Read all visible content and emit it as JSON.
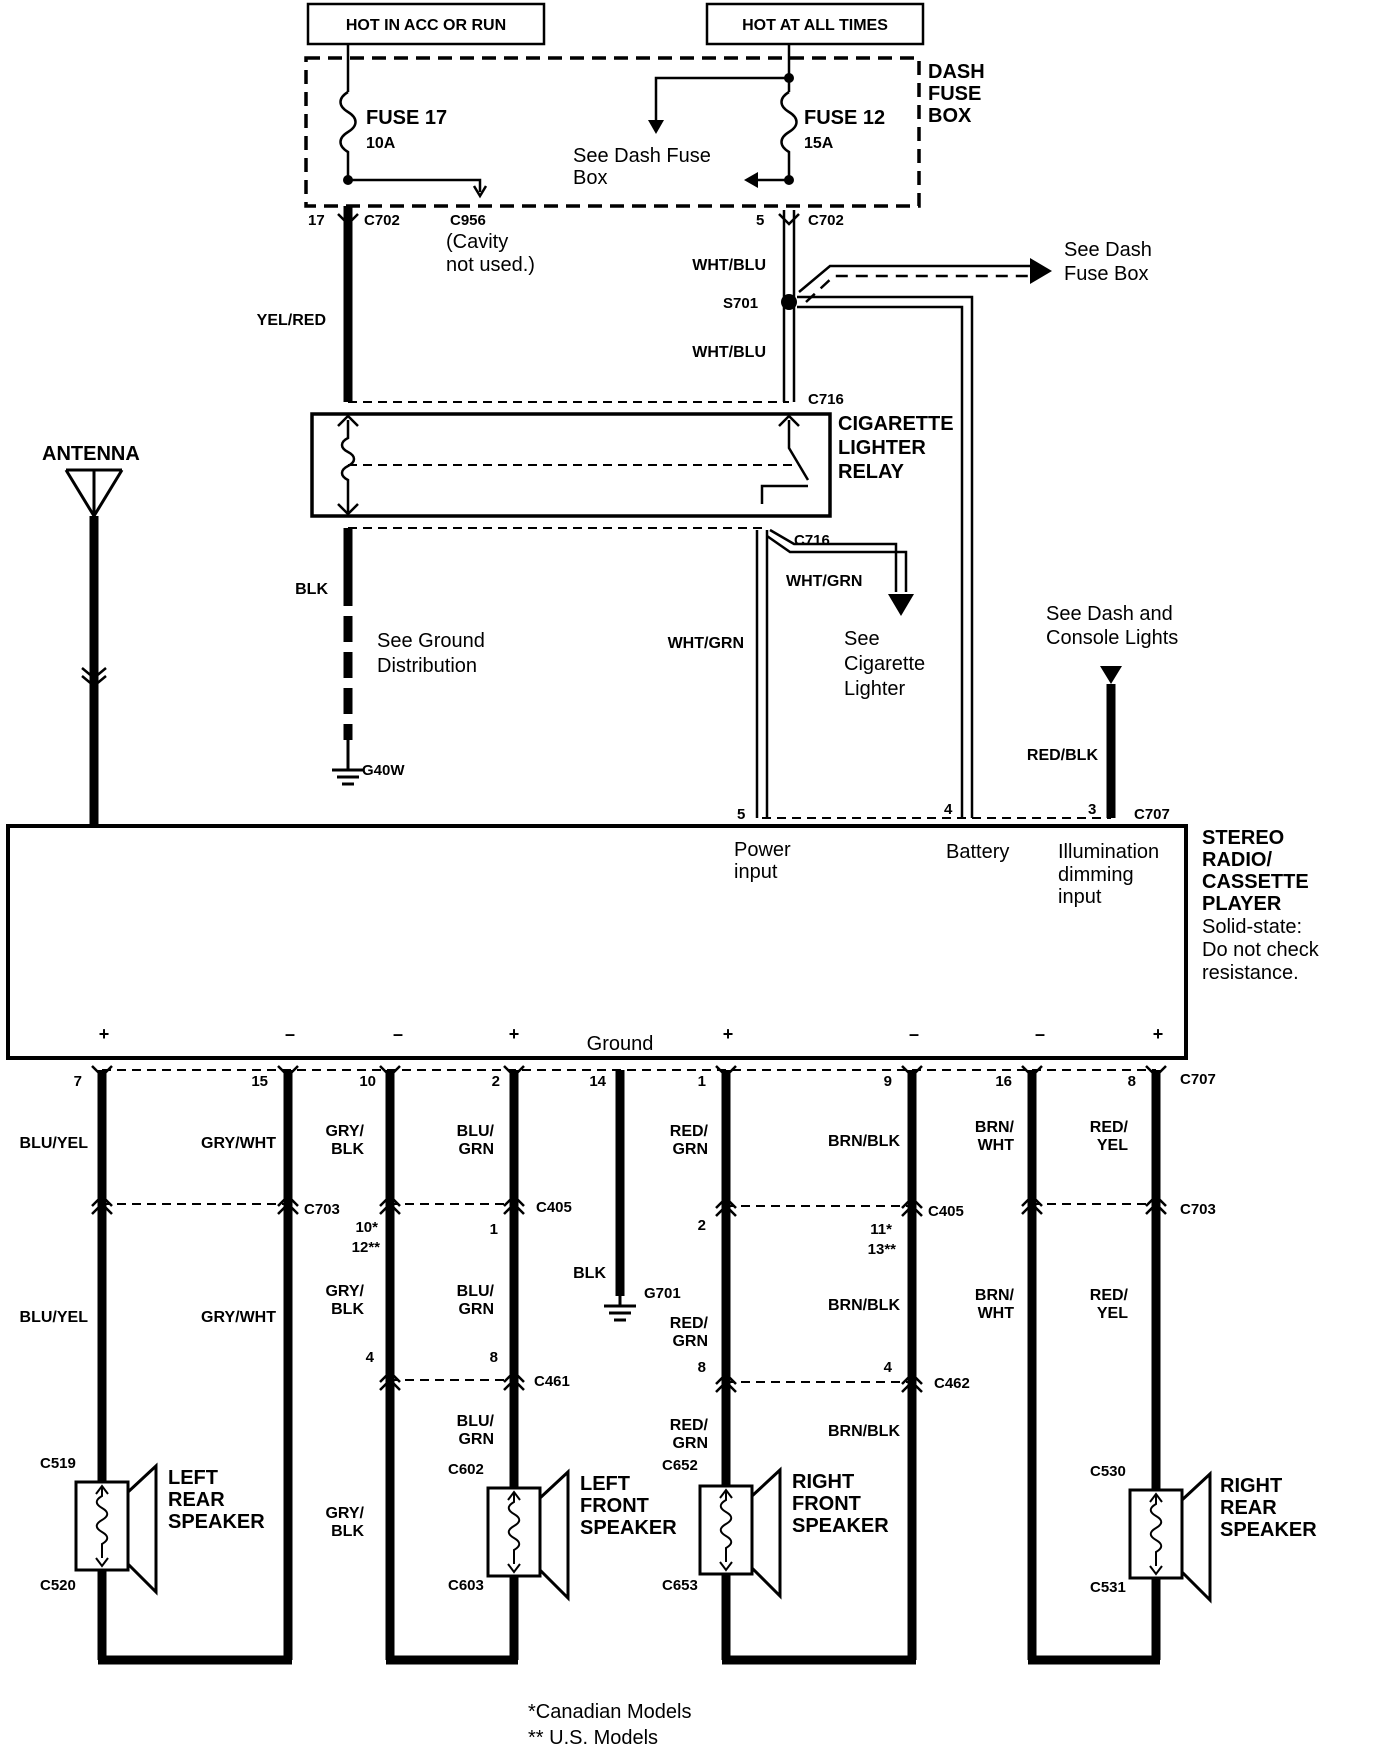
{
  "header": {
    "hot_acc_run": "HOT IN ACC OR RUN",
    "hot_all_times": "HOT AT ALL TIMES"
  },
  "dash_fuse_box": {
    "title": [
      "DASH",
      "FUSE",
      "BOX"
    ],
    "fuse17_name": "FUSE 17",
    "fuse17_rating": "10A",
    "fuse12_name": "FUSE 12",
    "fuse12_rating": "15A",
    "see_dash_fuse_box": [
      "See Dash Fuse",
      "Box"
    ]
  },
  "connectors": {
    "c702_pin17": "17",
    "c702_left": "C702",
    "c956": "C956",
    "cavity_note": [
      "(Cavity",
      "not used.)"
    ],
    "c702_pin5": "5",
    "c702_right": "C702",
    "s701": "S701",
    "c716_top": "C716",
    "c716_bottom": "C716",
    "g40w": "G40W",
    "c707_top": "C707",
    "c707_bottom": "C707",
    "g701": "G701"
  },
  "wires": {
    "yel_red": "YEL/RED",
    "wht_blu_top": "WHT/BLU",
    "wht_blu_mid": "WHT/BLU",
    "see_dash_fuse_box_right": [
      "See Dash",
      "Fuse Box"
    ],
    "blk_ground": "BLK",
    "see_ground": [
      "See Ground",
      "Distribution"
    ],
    "wht_grn_left": "WHT/GRN",
    "wht_grn_right": "WHT/GRN",
    "see_cig": [
      "See",
      "Cigarette",
      "Lighter"
    ],
    "see_dash_console": [
      "See Dash and",
      "Console Lights"
    ],
    "red_blk": "RED/BLK"
  },
  "relay": {
    "title": [
      "CIGARETTE",
      "LIGHTER",
      "RELAY"
    ]
  },
  "antenna": {
    "label": "ANTENNA"
  },
  "radio": {
    "title": [
      "STEREO",
      "RADIO/",
      "CASSETTE",
      "PLAYER"
    ],
    "note": [
      "Solid-state:",
      "Do not check",
      "resistance."
    ],
    "power_input": [
      "Power",
      "input"
    ],
    "battery": "Battery",
    "illumination": [
      "Illumination",
      "dimming",
      "input"
    ],
    "ground": "Ground",
    "pin_power": "5",
    "pin_battery": "4",
    "pin_illum": "3",
    "polarity": [
      "+",
      "–",
      "–",
      "+",
      "+",
      "–",
      "–",
      "+"
    ]
  },
  "bottom_pins": [
    "7",
    "15",
    "10",
    "2",
    "14",
    "1",
    "9",
    "16",
    "8"
  ],
  "bottom_wires": {
    "blu_yel": "BLU/YEL",
    "gry_wht": "GRY/WHT",
    "gry_blk": [
      "GRY/",
      "BLK"
    ],
    "blu_grn": [
      "BLU/",
      "GRN"
    ],
    "blk": "BLK",
    "red_grn": [
      "RED/",
      "GRN"
    ],
    "brn_blk": "BRN/BLK",
    "brn_wht": [
      "BRN/",
      "WHT"
    ],
    "red_yel": [
      "RED/",
      "YEL"
    ]
  },
  "inline_connectors": {
    "c703_left": "C703",
    "c405_left": "C405",
    "c405_right": "C405",
    "c703_right": "C703",
    "c461": "C461",
    "c462": "C462",
    "pin_10_12": [
      "10*",
      "12**"
    ],
    "pin_1": "1",
    "pin_2": "2",
    "pin_11_13": [
      "11*",
      "13**"
    ],
    "pin_4a": "4",
    "pin_8a": "8",
    "pin_8b": "8",
    "pin_4b": "4"
  },
  "speakers": [
    {
      "name": [
        "LEFT",
        "REAR",
        "SPEAKER"
      ],
      "top": "C519",
      "bottom": "C520"
    },
    {
      "name": [
        "LEFT",
        "FRONT",
        "SPEAKER"
      ],
      "top": "C602",
      "bottom": "C603"
    },
    {
      "name": [
        "RIGHT",
        "FRONT",
        "SPEAKER"
      ],
      "top": "C652",
      "bottom": "C653"
    },
    {
      "name": [
        "RIGHT",
        "REAR",
        "SPEAKER"
      ],
      "top": "C530",
      "bottom": "C531"
    }
  ],
  "footnotes": [
    "*Canadian Models",
    "** U.S. Models"
  ]
}
